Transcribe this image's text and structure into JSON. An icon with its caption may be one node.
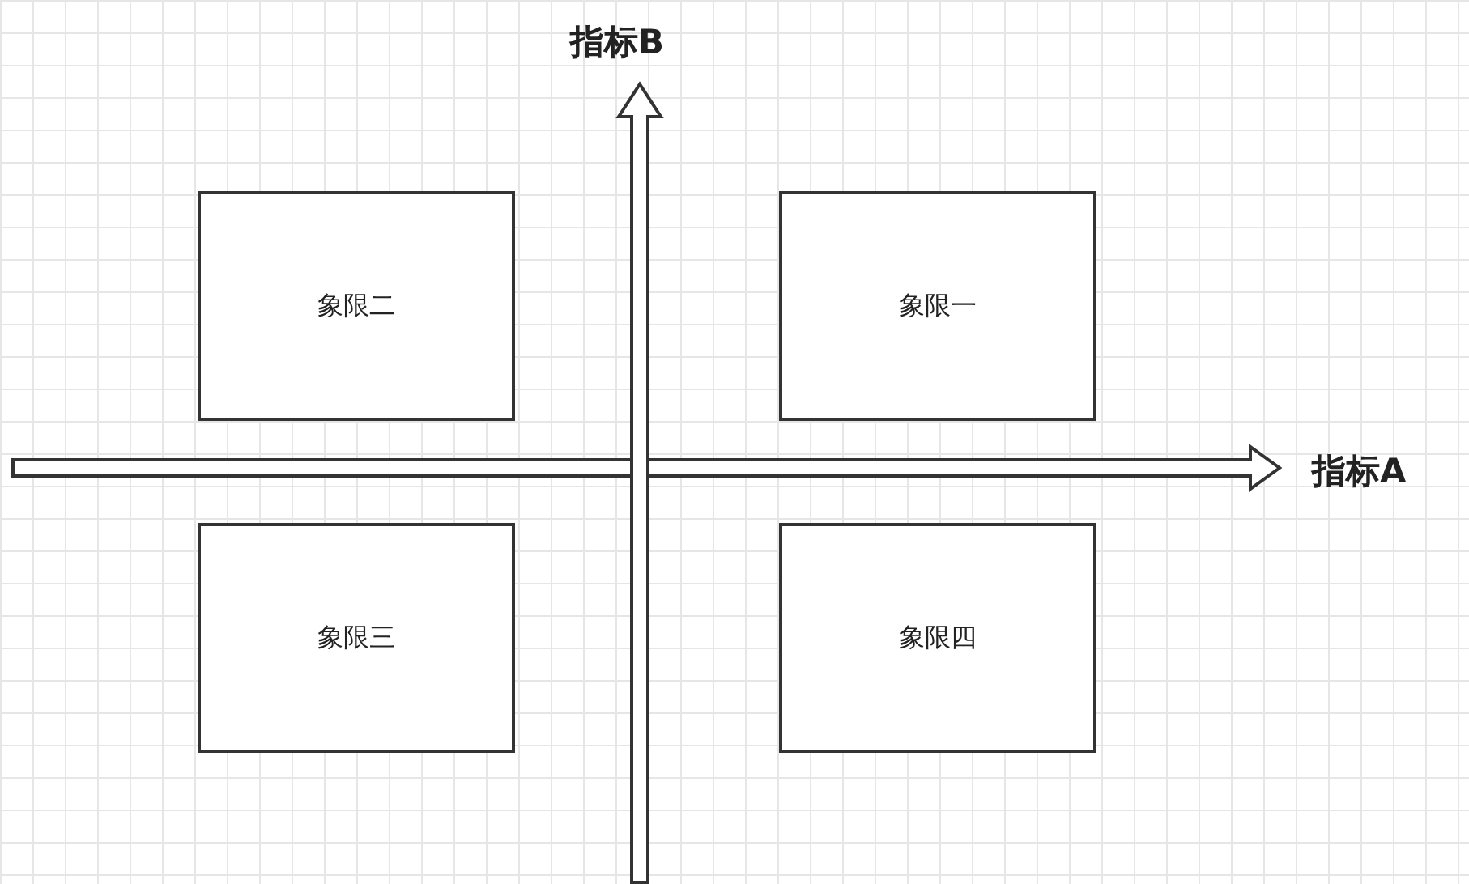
{
  "diagram": {
    "nodes": [
      {
        "text": [
          "象限二"
        ]
      },
      {
        "text": [
          "象限一"
        ]
      },
      {
        "text": [
          "象限三"
        ]
      },
      {
        "text": [
          "象限四"
        ]
      }
    ],
    "edges": [],
    "labels": [
      "指标B",
      "指标A"
    ]
  }
}
